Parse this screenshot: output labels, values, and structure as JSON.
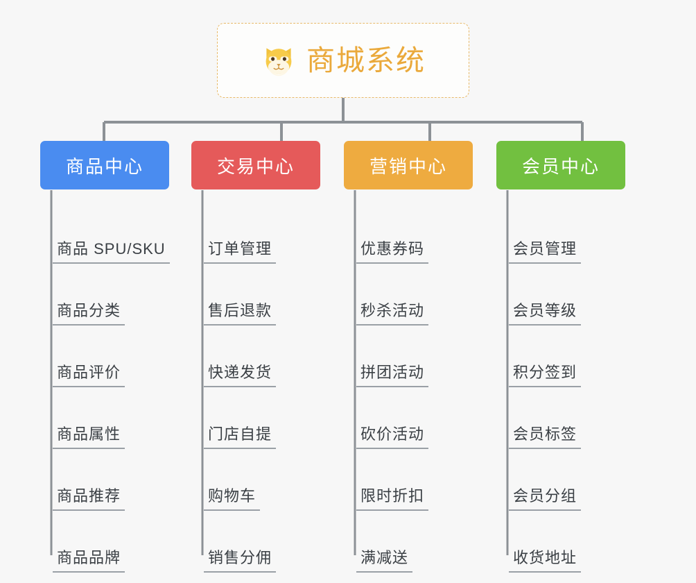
{
  "diagram": {
    "type": "organization-tree",
    "background_color": "#f7f7f7",
    "root": {
      "title": "商城系统",
      "icon": "shiba-dog-icon",
      "border_color": "#e8b968",
      "text_color": "#eaa93b"
    },
    "columns": [
      {
        "header": "商品中心",
        "color": "#4a8cf0",
        "items": [
          "商品 SPU/SKU",
          "商品分类",
          "商品评价",
          "商品属性",
          "商品推荐",
          "商品品牌"
        ]
      },
      {
        "header": "交易中心",
        "color": "#e55a5a",
        "items": [
          "订单管理",
          "售后退款",
          "快递发货",
          "门店自提",
          "购物车",
          "销售分佣"
        ]
      },
      {
        "header": "营销中心",
        "color": "#eeab40",
        "items": [
          "优惠券码",
          "秒杀活动",
          "拼团活动",
          "砍价活动",
          "限时折扣",
          "满减送"
        ]
      },
      {
        "header": "会员中心",
        "color": "#72c040",
        "items": [
          "会员管理",
          "会员等级",
          "积分签到",
          "会员标签",
          "会员分组",
          "收货地址"
        ]
      }
    ],
    "connector_color": "#8c9196"
  }
}
